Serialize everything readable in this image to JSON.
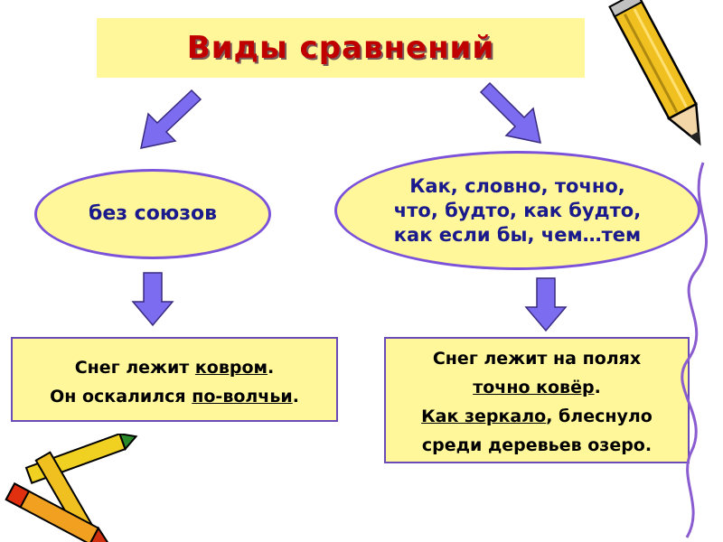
{
  "title": "Виды сравнений",
  "left_branch": {
    "label": "без союзов",
    "examples": [
      {
        "before": "Снег лежит ",
        "underlined": "ковром",
        "after": "."
      },
      {
        "before": "Он оскалился ",
        "underlined": "по-волчьи",
        "after": "."
      }
    ]
  },
  "right_branch": {
    "label_lines": [
      "Как, словно, точно,",
      "что, будто, как будто,",
      "как если бы, чем…тем"
    ],
    "examples": [
      {
        "before": "Снег лежит на полях",
        "underlined": "",
        "after": ""
      },
      {
        "before": "",
        "underlined": "точно ковёр",
        "after": "."
      },
      {
        "before": "",
        "underlined": "Как зеркало",
        "after": ", блеснуло"
      },
      {
        "before": "среди деревьев озеро.",
        "underlined": "",
        "after": ""
      }
    ]
  },
  "colors": {
    "box_fill": "#fff799",
    "title_text": "#c00000",
    "oval_text": "#1a1a8c",
    "arrow_fill": "#7b6cf0",
    "border": "#7b52d9"
  },
  "decorations": [
    "pencil-icon",
    "crayons-icon"
  ]
}
